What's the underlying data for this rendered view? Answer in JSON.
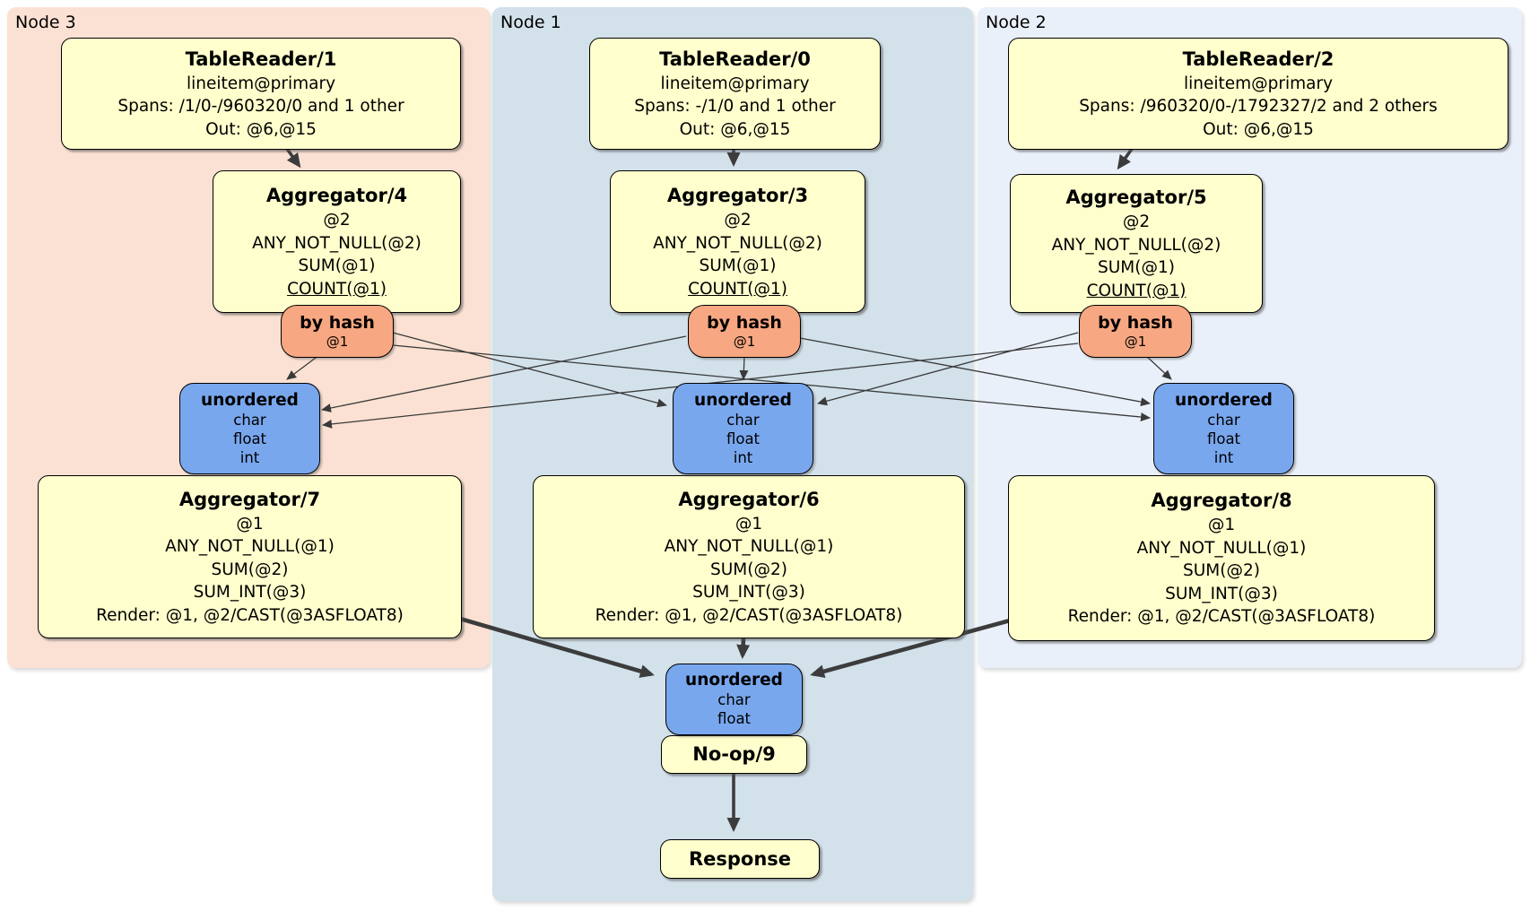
{
  "colors": {
    "processor_box": "#ffffcd",
    "router_box": "#f7a781",
    "sync_box": "#79a7ee",
    "node3_bg": "#fbe1d3",
    "node1_bg": "#d2e1ea",
    "node2_bg": "#eaf0f9",
    "edge": "#3c3c3c"
  },
  "node3": {
    "label": "Node 3",
    "tablereader": {
      "title": "TableReader/1",
      "lines": [
        "lineitem@primary",
        "Spans: /1/0-/960320/0 and 1 other",
        "Out: @6,@15"
      ]
    },
    "aggregator_top": {
      "title": "Aggregator/4",
      "lines": [
        "@2",
        "ANY_NOT_NULL(@2)",
        "SUM(@1)",
        "COUNT(@1)"
      ]
    },
    "router": {
      "title": "by hash",
      "stream_key": "@1"
    },
    "sync": {
      "title": "unordered",
      "lines": [
        "char",
        "float",
        "int"
      ]
    },
    "aggregator_bottom": {
      "title": "Aggregator/7",
      "lines": [
        "@1",
        "ANY_NOT_NULL(@1)",
        "SUM(@2)",
        "SUM_INT(@3)",
        "Render: @1, @2/CAST(@3ASFLOAT8)"
      ]
    }
  },
  "node1": {
    "label": "Node 1",
    "tablereader": {
      "title": "TableReader/0",
      "lines": [
        "lineitem@primary",
        "Spans: -/1/0 and 1 other",
        "Out: @6,@15"
      ]
    },
    "aggregator_top": {
      "title": "Aggregator/3",
      "lines": [
        "@2",
        "ANY_NOT_NULL(@2)",
        "SUM(@1)",
        "COUNT(@1)"
      ]
    },
    "router": {
      "title": "by hash",
      "stream_key": "@1"
    },
    "sync": {
      "title": "unordered",
      "lines": [
        "char",
        "float",
        "int"
      ]
    },
    "aggregator_bottom": {
      "title": "Aggregator/6",
      "lines": [
        "@1",
        "ANY_NOT_NULL(@1)",
        "SUM(@2)",
        "SUM_INT(@3)",
        "Render: @1, @2/CAST(@3ASFLOAT8)"
      ]
    },
    "final_sync": {
      "title": "unordered",
      "lines": [
        "char",
        "float"
      ]
    },
    "noop": {
      "title": "No-op/9"
    },
    "response": {
      "title": "Response"
    }
  },
  "node2": {
    "label": "Node 2",
    "tablereader": {
      "title": "TableReader/2",
      "lines": [
        "lineitem@primary",
        "Spans: /960320/0-/1792327/2 and 2 others",
        "Out: @6,@15"
      ]
    },
    "aggregator_top": {
      "title": "Aggregator/5",
      "lines": [
        "@2",
        "ANY_NOT_NULL(@2)",
        "SUM(@1)",
        "COUNT(@1)"
      ]
    },
    "router": {
      "title": "by hash",
      "stream_key": "@1"
    },
    "sync": {
      "title": "unordered",
      "lines": [
        "char",
        "float",
        "int"
      ]
    },
    "aggregator_bottom": {
      "title": "Aggregator/8",
      "lines": [
        "@1",
        "ANY_NOT_NULL(@1)",
        "SUM(@2)",
        "SUM_INT(@3)",
        "Render: @1, @2/CAST(@3ASFLOAT8)"
      ]
    }
  }
}
